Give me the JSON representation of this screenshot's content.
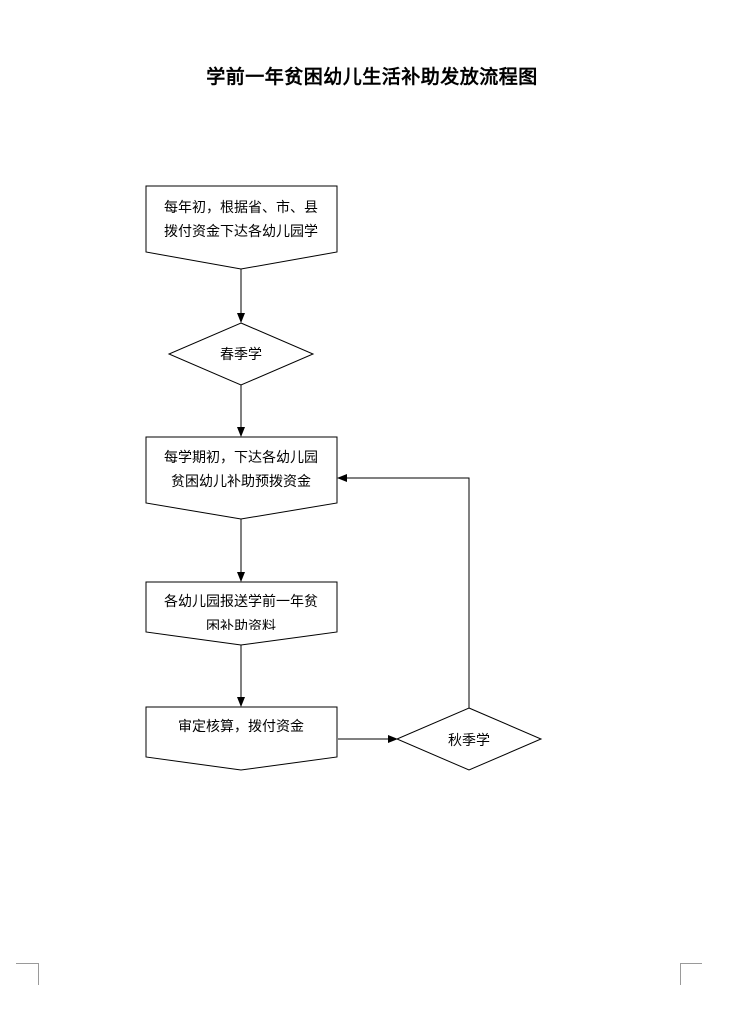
{
  "title": "学前一年贫困幼儿生活补助发放流程图",
  "nodes": {
    "allocate": {
      "line1": "每年初，根据省、市、县",
      "line2": "拨付资金下达各幼儿园学"
    },
    "spring": {
      "label": "春季学"
    },
    "semester": {
      "line1": "每学期初，下达各幼儿园",
      "line2": "贫困幼儿补助预拨资金"
    },
    "report": {
      "line1": "各幼儿园报送学前一年贫",
      "line2": "困补助资料"
    },
    "audit": {
      "line1": "审定核算，拨付资金"
    },
    "autumn": {
      "label": "秋季学"
    }
  }
}
